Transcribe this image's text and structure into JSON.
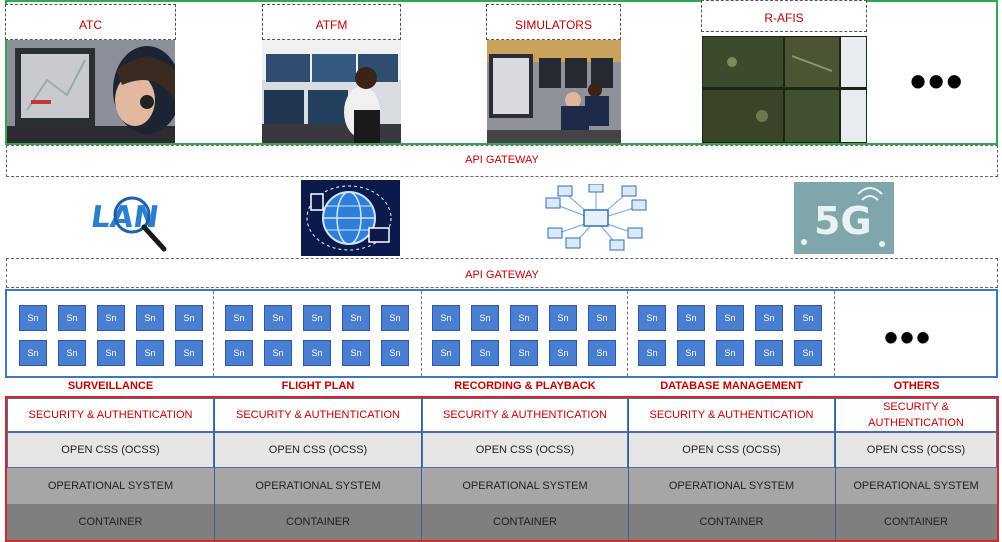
{
  "applications": [
    {
      "label": "ATC"
    },
    {
      "label": "ATFM"
    },
    {
      "label": "SIMULATORS"
    },
    {
      "label": "R-AFIS"
    }
  ],
  "more_apps": "•••",
  "api_gateway_top": "API GATEWAY",
  "api_gateway_bottom": "API GATEWAY",
  "network": {
    "lan_text": "LAN",
    "fiveg_text": "5G",
    "icons": [
      "lan-magnifier-icon",
      "globe-network-icon",
      "connected-computers-icon",
      "5g-icon"
    ]
  },
  "service_label": "Sn",
  "more_services": "•••",
  "columns": [
    {
      "name": "SURVEILLANCE"
    },
    {
      "name": "FLIGHT PLAN"
    },
    {
      "name": "RECORDING & PLAYBACK"
    },
    {
      "name": "DATABASE MANAGEMENT"
    },
    {
      "name": "OTHERS"
    }
  ],
  "layers": {
    "security": "SECURITY & AUTHENTICATION",
    "security_others_line1": "SECURITY &",
    "security_others_line2": "AUTHENTICATION",
    "ocss": "OPEN CSS (OCSS)",
    "operational": "OPERATIONAL SYSTEM",
    "container": "CONTAINER"
  },
  "colors": {
    "label_red": "#c00000",
    "apps_border": "#2fa84f",
    "services_border": "#3a78c0",
    "stack_border": "#d62828",
    "service_box": "#4a7ed0"
  }
}
